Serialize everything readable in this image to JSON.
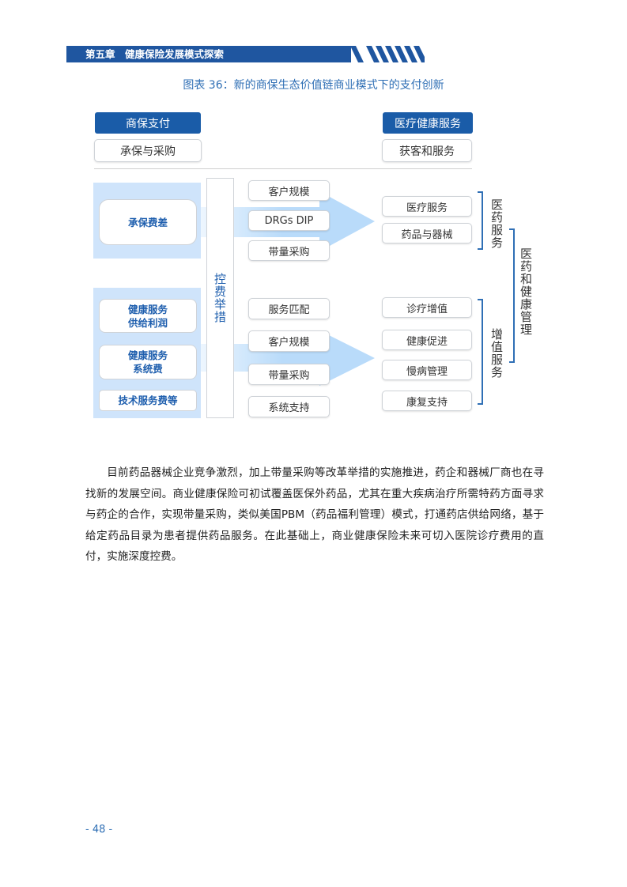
{
  "header": {
    "chapter": "第五章　健康保险发展模式探索"
  },
  "caption": "图表 36：新的商保生态价值链商业模式下的支付创新",
  "diagram": {
    "left_title": "商保支付",
    "left_subtitle": "承保与采购",
    "right_title": "医疗健康服务",
    "right_subtitle": "获客和服务",
    "panel1": [
      "承保费差"
    ],
    "panel2": [
      "健康服务\n供给利润",
      "健康服务\n系统费",
      "技术服务费等"
    ],
    "measures_label": "控费举措",
    "middle_top": [
      "客户规模",
      "DRGs DIP",
      "带量采购"
    ],
    "middle_bottom": [
      "服务匹配",
      "客户规模",
      "带量采购",
      "系统支持"
    ],
    "right_top": [
      "医疗服务",
      "药品与器械"
    ],
    "right_bottom": [
      "诊疗增值",
      "健康促进",
      "慢病管理",
      "康复支持"
    ],
    "bracket_top": "医药服务",
    "bracket_bottom": "增值服务",
    "bracket_all": "医药和健康管理",
    "colors": {
      "primary": "#1a5ca8",
      "panel": "#cfe4fb",
      "arrow": "#b9dbfa"
    }
  },
  "paragraph": "目前药品器械企业竞争激烈，加上带量采购等改革举措的实施推进，药企和器械厂商也在寻找新的发展空间。商业健康保险可初试覆盖医保外药品，尤其在重大疾病治疗所需特药方面寻求与药企的合作，实现带量采购，类似美国PBM（药品福利管理）模式，打通药店供给网络，基于给定药品目录为患者提供药品服务。在此基础上，商业健康保险未来可切入医院诊疗费用的直付，实施深度控费。",
  "page_number": "- 48 -"
}
